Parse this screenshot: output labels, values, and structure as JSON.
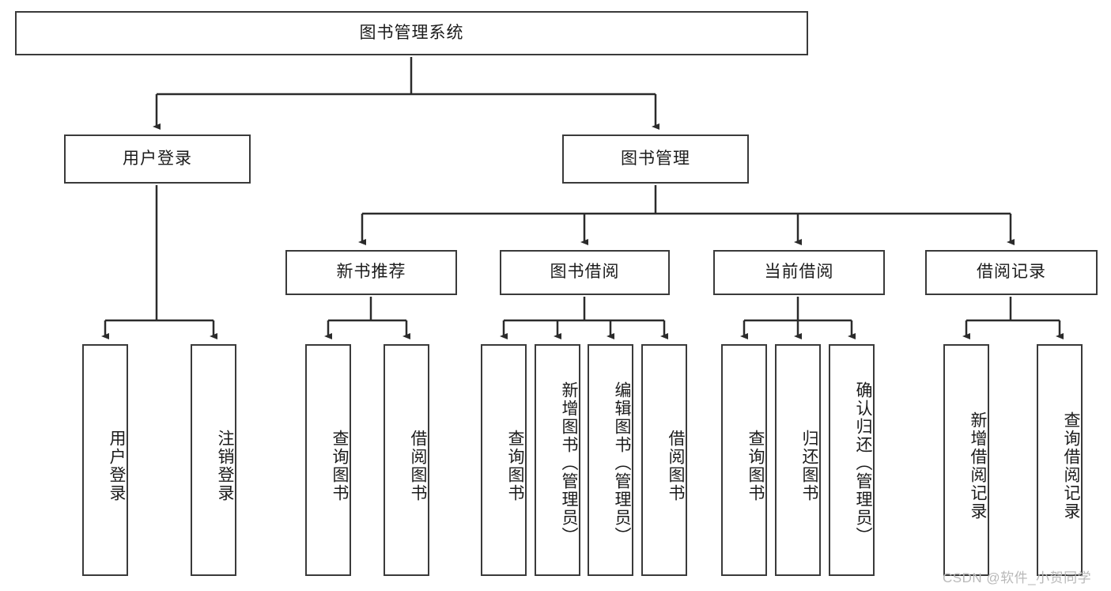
{
  "diagram": {
    "type": "hierarchy-tree",
    "title": "图书管理系统",
    "levels": {
      "root": {
        "label": "图书管理系统"
      },
      "level1": [
        {
          "label": "用户登录"
        },
        {
          "label": "图书管理"
        }
      ],
      "level2": [
        {
          "label": "新书推荐"
        },
        {
          "label": "图书借阅"
        },
        {
          "label": "当前借阅"
        },
        {
          "label": "借阅记录"
        }
      ],
      "leaves": {
        "user_login": [
          {
            "label": "用户登录"
          },
          {
            "label": "注销登录"
          }
        ],
        "new_book_recommend": [
          {
            "label": "查询图书"
          },
          {
            "label": "借阅图书"
          }
        ],
        "book_borrow": [
          {
            "label": "查询图书"
          },
          {
            "label": "新增图书（管理员）"
          },
          {
            "label": "编辑图书（管理员）"
          },
          {
            "label": "借阅图书"
          }
        ],
        "current_borrow": [
          {
            "label": "查询图书"
          },
          {
            "label": "归还图书"
          },
          {
            "label": "确认归还（管理员）"
          }
        ],
        "borrow_record": [
          {
            "label": "新增借阅记录"
          },
          {
            "label": "查询借阅记录"
          }
        ]
      }
    },
    "watermark": "CSDN @软件_小贺同学",
    "colors": {
      "stroke": "#3a3a3a",
      "fill": "#ffffff",
      "text": "#1b1b1b",
      "watermark": "#b9b9b9"
    }
  }
}
